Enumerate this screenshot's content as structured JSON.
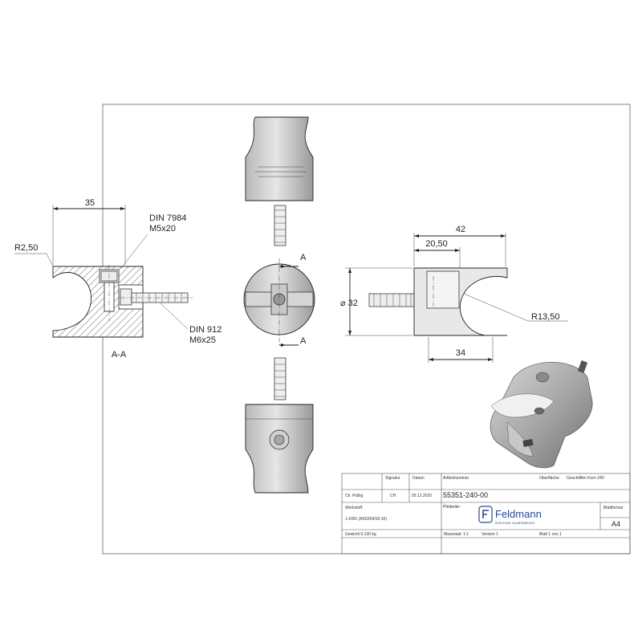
{
  "section_view": {
    "dim_width": "35",
    "dim_radius": "R2,50",
    "screw_top_std": "DIN 7984",
    "screw_top_size": "M5x20",
    "screw_bottom_std": "DIN 912",
    "screw_bottom_size": "M6x25",
    "label": "A-A"
  },
  "front_view": {
    "section_mark_top": "A",
    "section_mark_bottom": "A"
  },
  "side_view": {
    "dim_overall": "42",
    "dim_inner": "20,50",
    "dim_diameter": "⌀ 32",
    "dim_radius": "R13,50",
    "dim_bottom": "34"
  },
  "title_block": {
    "col_headers": [
      "Artikelnummer",
      "Oberfläche:",
      "Geschliffen Korn 240"
    ],
    "signatur_label": "Signatur",
    "datum_label": "Datum",
    "author": "Ch. Flüllig",
    "signatur": "CH",
    "datum": "05.12.2020",
    "article_number": "55351-240-00",
    "pieces_label": "Pfettteller",
    "werkstoff_label": "Werkstoff:",
    "werkstoff": "1.4301 (AISI304/18-10)",
    "logo_text": "Feldmann",
    "logo_sub": "EDELSTAHL HALBFABRIKATE",
    "blattformat_label": "Blattformat",
    "blattformat": "A4",
    "gewicht": "Gewicht 0.130 kg",
    "massstab": "Massstab: 1:1",
    "version": "Version 1",
    "blatt": "Blatt 1 von 1"
  }
}
